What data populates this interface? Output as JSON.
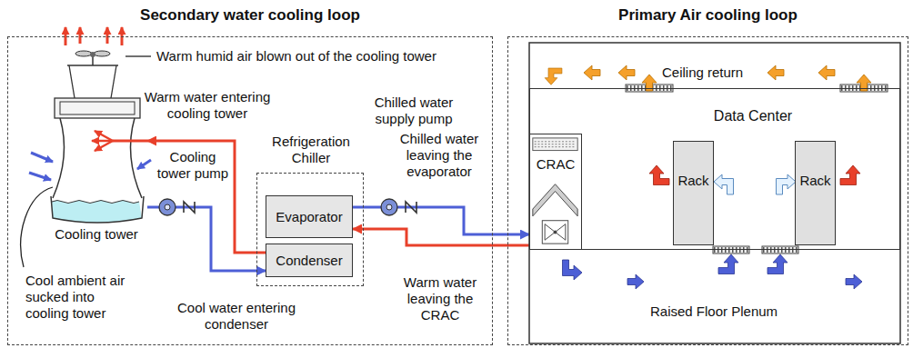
{
  "diagram": {
    "nodes": [
      {
        "text": [
          "Secondary water cooling loop"
        ]
      },
      {
        "text": [
          "Cooling tower"
        ],
        "in": 0
      },
      {
        "text": [
          "Refrigeration Chiller"
        ],
        "in": 0
      },
      {
        "text": [
          "Evaporator"
        ],
        "in": 2
      },
      {
        "text": [
          "Condenser"
        ],
        "in": 2
      },
      {
        "text": [
          "Primary Air cooling loop"
        ]
      },
      {
        "text": [
          "Data Center"
        ],
        "in": 5
      },
      {
        "text": [
          "CRAC"
        ],
        "in": 6
      },
      {
        "text": [
          "Rack"
        ],
        "in": 6
      },
      {
        "text": [
          "Rack"
        ],
        "in": 6
      }
    ],
    "edges": [
      {
        "from": 4,
        "to": 1,
        "arrow": "to"
      },
      {
        "from": 1,
        "to": 4,
        "arrow": "to"
      },
      {
        "from": 3,
        "to": 7,
        "arrow": "to"
      },
      {
        "from": 7,
        "to": 3,
        "arrow": "to"
      }
    ],
    "labels": [
      "Warm humid air blown out of the cooling tower",
      "Warm water entering cooling tower",
      "Cooling tower pump",
      "Chilled water supply pump",
      "Chilled water leaving the evaporator",
      "Cool ambient air sucked into cooling tower",
      "Cool water entering condenser",
      "Warm water leaving the CRAC",
      "Ceiling return",
      "Raised Floor Plenum"
    ]
  }
}
